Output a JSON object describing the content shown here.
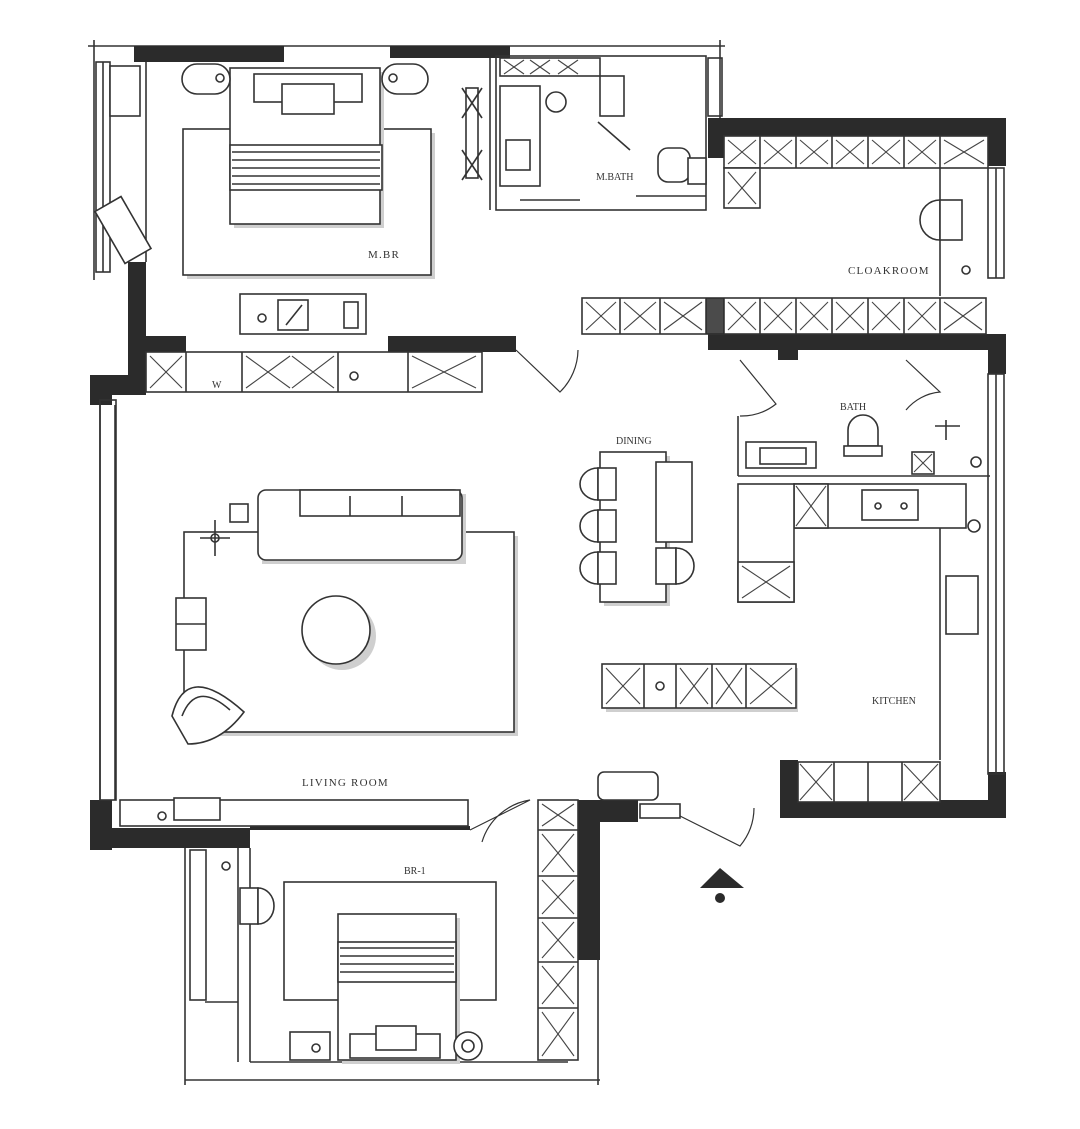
{
  "rooms": {
    "master_bedroom": "M.BR",
    "master_bath": "M.BATH",
    "cloakroom": "CLOAKROOM",
    "bath": "BATH",
    "dining": "DINING",
    "kitchen": "KITCHEN",
    "living_room": "LIVING  ROOM",
    "bedroom_1": "BR-1"
  },
  "annotations": {
    "wardrobe_mark": "W"
  },
  "icons": {
    "entrance": "entrance-arrow-icon"
  }
}
